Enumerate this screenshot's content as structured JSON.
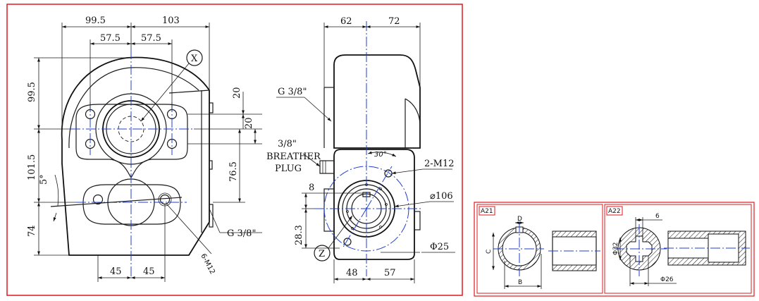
{
  "main_view": {
    "dims": {
      "w99_5": "99.5",
      "w103": "103",
      "w57_5a": "57.5",
      "w57_5b": "57.5",
      "h99_5": "99.5",
      "h101_5": "101.5",
      "h74": "74",
      "v20a": "20",
      "v20b": "20",
      "v76_5": "76.5",
      "b45a": "45",
      "b45b": "45",
      "angle5": "5°"
    },
    "callout_x": "X",
    "g38_label": "G 3/8\"",
    "bolt_label": "6-M12"
  },
  "side_view": {
    "dims": {
      "w62": "62",
      "w72": "72",
      "h8": "8",
      "h28_3": "28.3",
      "b48": "48",
      "b57": "57"
    },
    "g38_label": "G 3/8\"",
    "breather_line1": "3/8\"",
    "breather_line2": "BREATHER",
    "breather_line3": "PLUG",
    "angle30": "30°",
    "bolt_label": "2-M12",
    "dia106": "⌀106",
    "dia25": "Φ25",
    "callout_z": "Z"
  },
  "detail_a21": {
    "tag": "A21",
    "dim_d": "D",
    "dim_c": "C",
    "dim_b": "B"
  },
  "detail_a22": {
    "tag": "A22",
    "dim_6": "6",
    "dim_32": "Φ32",
    "dim_26": "Φ26"
  },
  "colors": {
    "frame": "#e0191e",
    "centerline": "#1f3fd0"
  }
}
